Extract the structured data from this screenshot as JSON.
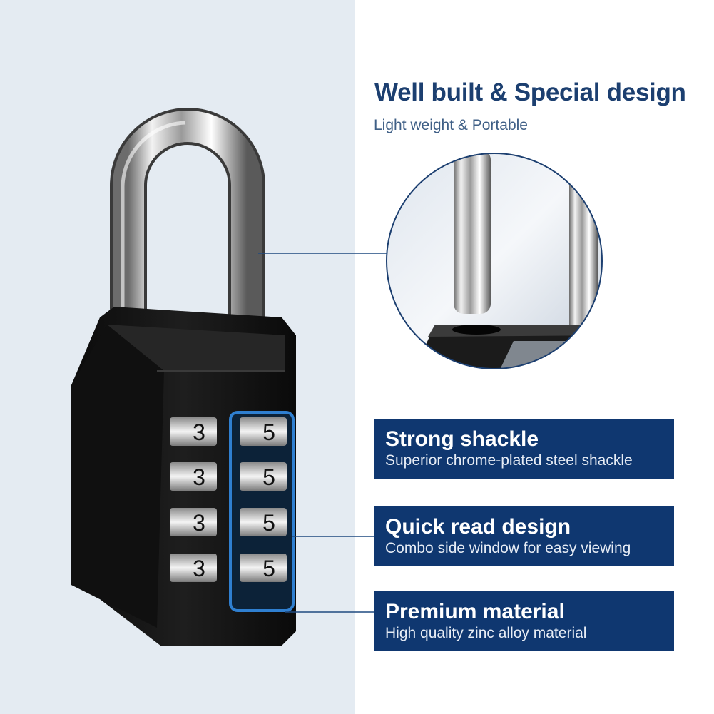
{
  "heading": {
    "title": "Well built & Special design",
    "subtitle": "Light weight & Portable"
  },
  "features": [
    {
      "title": "Strong shackle",
      "description": "Superior chrome-plated steel shackle"
    },
    {
      "title": "Quick read design",
      "description": "Combo side window for easy viewing"
    },
    {
      "title": "Premium material",
      "description": "High quality zinc alloy material"
    }
  ],
  "lock": {
    "left_digits": [
      "3",
      "3",
      "3",
      "3"
    ],
    "right_digits": [
      "5",
      "5",
      "5",
      "5"
    ]
  },
  "colors": {
    "accent": "#0f3770",
    "heading": "#1c3f70",
    "left_background": "#e4ebf2",
    "lock_body": "#141414",
    "window_glow": "#2f7fd0"
  }
}
